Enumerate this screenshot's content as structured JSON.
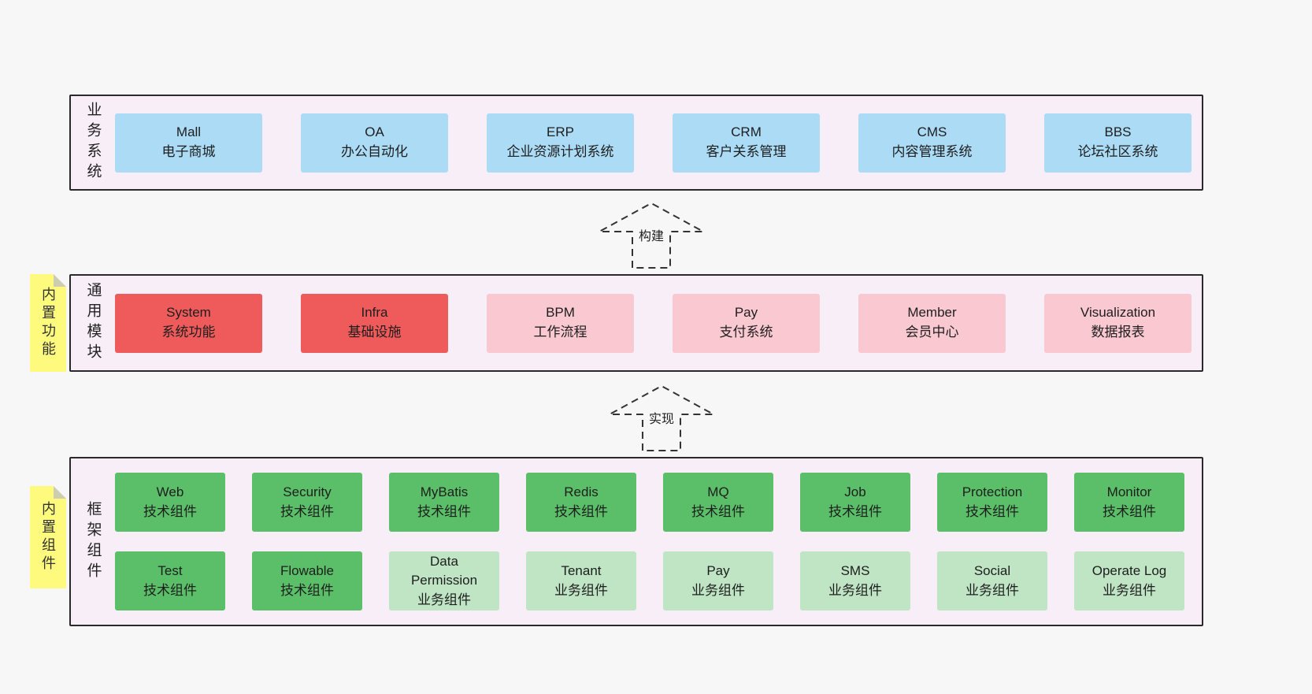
{
  "arrows": {
    "build": "构建",
    "implement": "实现"
  },
  "notes": {
    "features": "内置功能",
    "components": "内置组件"
  },
  "colors": {
    "page_bg": "#f7f7f7",
    "panel_bg": "#f8eef7",
    "panel_border": "#2a2a2a",
    "blue_box": "#abdbf5",
    "red_box": "#ef5b5b",
    "pink_box": "#f9c8d0",
    "green_box": "#5abf68",
    "lightgreen_box": "#bfe5c4",
    "note_yellow": "#fdfa7e"
  },
  "layers": {
    "business": {
      "side_label": "业务系统",
      "boxes": [
        {
          "title": "Mall",
          "subtitle": "电子商城"
        },
        {
          "title": "OA",
          "subtitle": "办公自动化"
        },
        {
          "title": "ERP",
          "subtitle": "企业资源计划系统"
        },
        {
          "title": "CRM",
          "subtitle": "客户关系管理"
        },
        {
          "title": "CMS",
          "subtitle": "内容管理系统"
        },
        {
          "title": "BBS",
          "subtitle": "论坛社区系统"
        }
      ]
    },
    "modules": {
      "side_label": "通用模块",
      "boxes": [
        {
          "title": "System",
          "subtitle": "系统功能"
        },
        {
          "title": "Infra",
          "subtitle": "基础设施"
        },
        {
          "title": "BPM",
          "subtitle": "工作流程"
        },
        {
          "title": "Pay",
          "subtitle": "支付系统"
        },
        {
          "title": "Member",
          "subtitle": "会员中心"
        },
        {
          "title": "Visualization",
          "subtitle": "数据报表"
        }
      ]
    },
    "components": {
      "side_label": "框架组件",
      "row1": [
        {
          "title": "Web",
          "subtitle": "技术组件"
        },
        {
          "title": "Security",
          "subtitle": "技术组件"
        },
        {
          "title": "MyBatis",
          "subtitle": "技术组件"
        },
        {
          "title": "Redis",
          "subtitle": "技术组件"
        },
        {
          "title": "MQ",
          "subtitle": "技术组件"
        },
        {
          "title": "Job",
          "subtitle": "技术组件"
        },
        {
          "title": "Protection",
          "subtitle": "技术组件"
        },
        {
          "title": "Monitor",
          "subtitle": "技术组件"
        }
      ],
      "row2": [
        {
          "title": "Test",
          "subtitle": "技术组件"
        },
        {
          "title": "Flowable",
          "subtitle": "技术组件"
        },
        {
          "title": "Data Permission",
          "subtitle": "业务组件"
        },
        {
          "title": "Tenant",
          "subtitle": "业务组件"
        },
        {
          "title": "Pay",
          "subtitle": "业务组件"
        },
        {
          "title": "SMS",
          "subtitle": "业务组件"
        },
        {
          "title": "Social",
          "subtitle": "业务组件"
        },
        {
          "title": "Operate Log",
          "subtitle": "业务组件"
        }
      ]
    }
  }
}
